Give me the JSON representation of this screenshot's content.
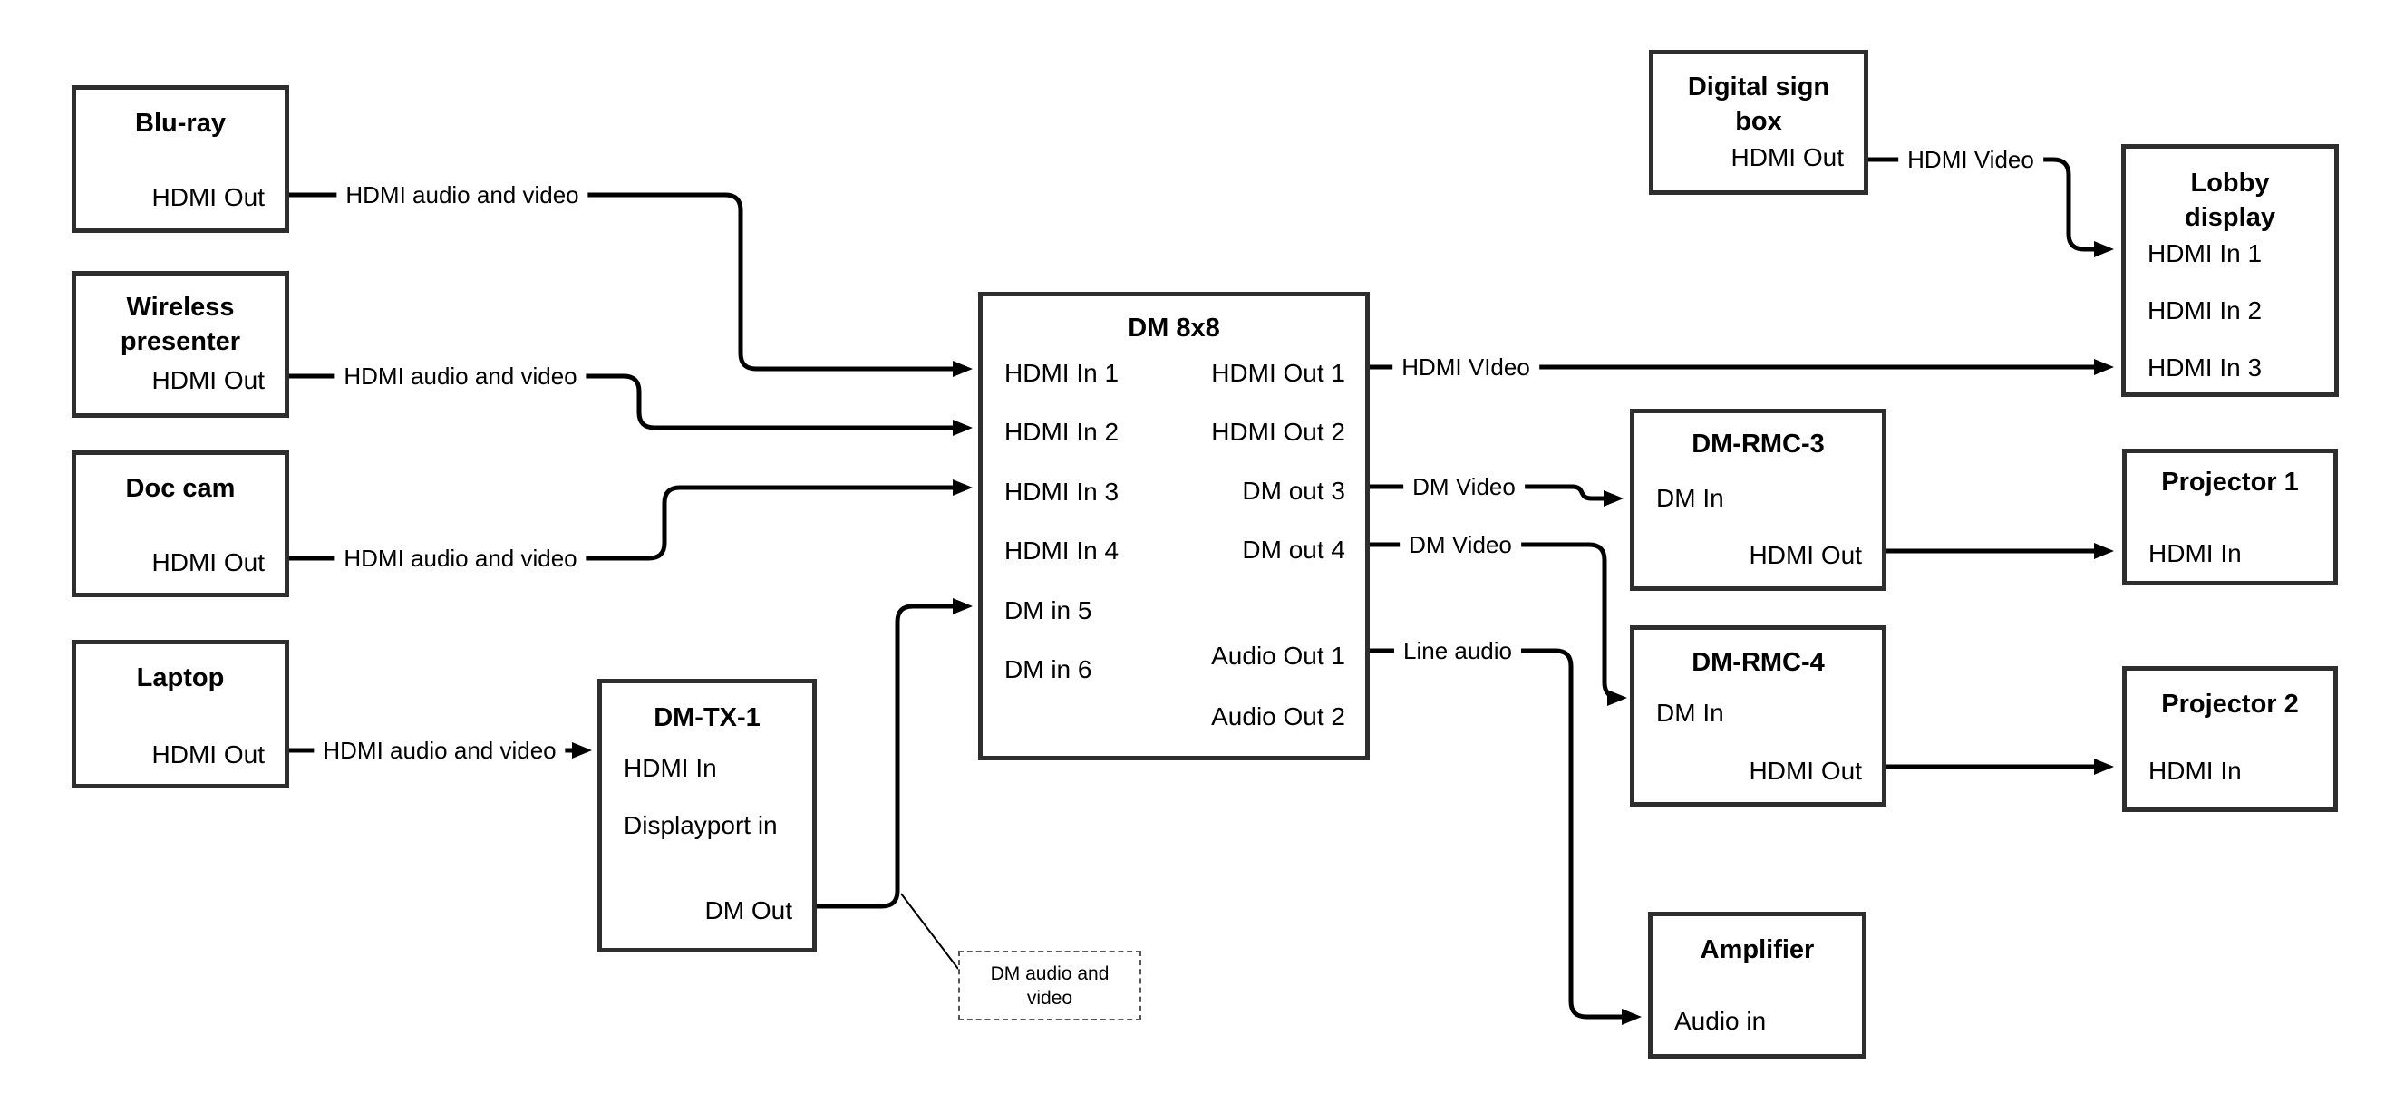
{
  "nodes": {
    "bluray": {
      "title": "Blu-ray",
      "port": "HDMI Out"
    },
    "wireless": {
      "title": "Wireless presenter",
      "port": "HDMI Out"
    },
    "doccam": {
      "title": "Doc cam",
      "port": "HDMI Out"
    },
    "laptop": {
      "title": "Laptop",
      "port": "HDMI Out"
    },
    "dmtx1": {
      "title": "DM-TX-1",
      "ports": [
        "HDMI In",
        "Displayport in",
        "DM Out"
      ]
    },
    "dm8x8": {
      "title": "DM 8x8",
      "inputs": [
        "HDMI In 1",
        "HDMI In 2",
        "HDMI In 3",
        "HDMI In 4",
        "DM in 5",
        "DM in 6"
      ],
      "outputs": [
        "HDMI Out 1",
        "HDMI Out 2",
        "DM out 3",
        "DM out 4",
        "Audio Out 1",
        "Audio Out 2"
      ]
    },
    "digitalsign": {
      "title": "Digital sign box",
      "port": "HDMI Out"
    },
    "lobby": {
      "title": "Lobby display",
      "ports": [
        "HDMI In 1",
        "HDMI In 2",
        "HDMI In 3"
      ]
    },
    "dmrmc3": {
      "title": "DM-RMC-3",
      "ports": [
        "DM In",
        "HDMI Out"
      ]
    },
    "proj1": {
      "title": "Projector 1",
      "port": "HDMI In"
    },
    "dmrmc4": {
      "title": "DM-RMC-4",
      "ports": [
        "DM In",
        "HDMI Out"
      ]
    },
    "proj2": {
      "title": "Projector 2",
      "port": "HDMI In"
    },
    "amplifier": {
      "title": "Amplifier",
      "port": "Audio in"
    }
  },
  "edges": {
    "bluray_to_dm8x8": "HDMI audio and video",
    "wireless_to_dm8x8": "HDMI audio and video",
    "doccam_to_dm8x8": "HDMI audio and video",
    "laptop_to_dmtx1": "HDMI audio and video",
    "hdmiout1_to_lobby": "HDMI VIdeo",
    "digitalsign_to_lobby": "HDMI Video",
    "dmout3_to_dmrmc3": "DM Video",
    "dmout4_to_dmrmc4": "DM Video",
    "audioout1_to_amplifier": "Line audio"
  },
  "annotation": "DM audio and video",
  "colors": {
    "box_border": "#2e2e2e",
    "wire": "#000000",
    "background": "#ffffff"
  }
}
